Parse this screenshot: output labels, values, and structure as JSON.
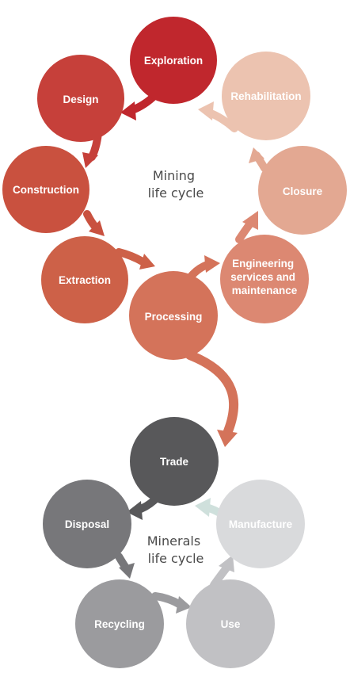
{
  "mining": {
    "title_line1": "Mining",
    "title_line2": "life cycle",
    "stages": [
      {
        "label": "Exploration",
        "color": "#c0272d"
      },
      {
        "label": "Design",
        "color": "#c6403a"
      },
      {
        "label": "Construction",
        "color": "#c9513f"
      },
      {
        "label": "Extraction",
        "color": "#cd6148"
      },
      {
        "label": "Processing",
        "color": "#d4735a"
      },
      {
        "label_lines": [
          "Engineering",
          "services and",
          "maintenance"
        ],
        "color": "#dc8872"
      },
      {
        "label": "Closure",
        "color": "#e3a892"
      },
      {
        "label": "Rehabilitation",
        "color": "#ecc3b0"
      }
    ]
  },
  "minerals": {
    "title_line1": "Minerals",
    "title_line2": "life cycle",
    "stages": [
      {
        "label": "Trade",
        "color": "#58585a"
      },
      {
        "label": "Disposal",
        "color": "#77777a"
      },
      {
        "label": "Recycling",
        "color": "#9b9b9e"
      },
      {
        "label": "Use",
        "color": "#c1c1c4"
      },
      {
        "label": "Manufacture",
        "color": "#d9dadc"
      }
    ]
  },
  "connector_color": "#d4735a",
  "manufacture_arrow_color": "#cfe0dc"
}
